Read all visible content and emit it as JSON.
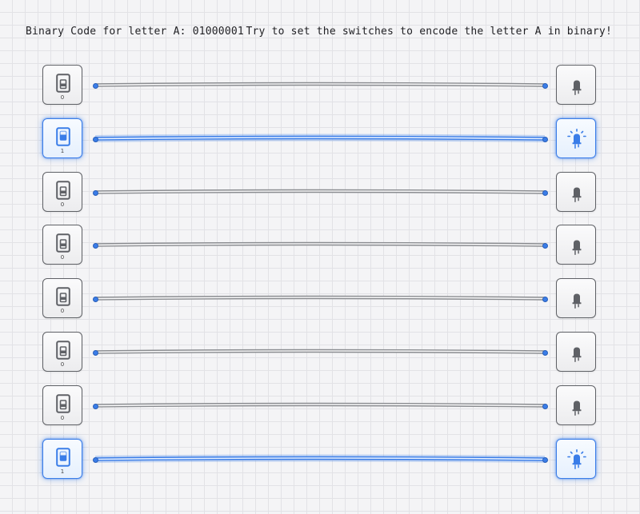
{
  "header": {
    "title": "Binary Code for letter A: 01000001",
    "hint": "Try to set the switches to encode the letter A in binary!"
  },
  "colors": {
    "accent": "#3a7de8",
    "off": "#5f6166"
  },
  "icons": {
    "switch": "light-switch-icon",
    "bulb": "light-bulb-icon"
  },
  "circuit": {
    "rows": [
      {
        "value": "0"
      },
      {
        "value": "1"
      },
      {
        "value": "0"
      },
      {
        "value": "0"
      },
      {
        "value": "0"
      },
      {
        "value": "0"
      },
      {
        "value": "0"
      },
      {
        "value": "1"
      }
    ]
  }
}
